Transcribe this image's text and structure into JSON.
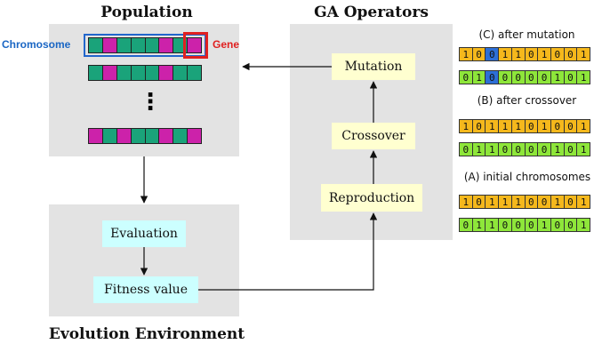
{
  "population": {
    "title": "Population",
    "chromosome_label": "Chromosome",
    "gene_label": "Gene",
    "dots": "⋮",
    "chromosomes": [
      [
        "g",
        "m",
        "g",
        "g",
        "g",
        "m",
        "g",
        "m"
      ],
      [
        "g",
        "m",
        "g",
        "g",
        "g",
        "m",
        "g",
        "g"
      ],
      [
        "m",
        "g",
        "m",
        "g",
        "g",
        "m",
        "g",
        "m"
      ]
    ]
  },
  "ga_operators": {
    "title": "GA Operators",
    "mutation": "Mutation",
    "crossover": "Crossover",
    "reproduction": "Reproduction"
  },
  "environment": {
    "title": "Evolution Environment",
    "evaluation": "Evaluation",
    "fitness": "Fitness value"
  },
  "binary": {
    "mutation_caption": "(C) after mutation",
    "crossover_caption": "(B) after crossover",
    "initial_caption": "(A) initial chromosomes",
    "mutation_rows": [
      {
        "color": "orange",
        "bits": [
          "1",
          "0",
          "0",
          "1",
          "1",
          "0",
          "1",
          "0",
          "0",
          "1"
        ],
        "highlight": [
          2
        ]
      },
      {
        "color": "green",
        "bits": [
          "0",
          "1",
          "0",
          "0",
          "0",
          "0",
          "0",
          "1",
          "0",
          "1"
        ],
        "highlight": [
          2
        ]
      }
    ],
    "crossover_rows": [
      {
        "color": "orange",
        "bits": [
          "1",
          "0",
          "1",
          "1",
          "1",
          "0",
          "1",
          "0",
          "0",
          "1"
        ],
        "highlight": []
      },
      {
        "color": "green",
        "bits": [
          "0",
          "1",
          "1",
          "0",
          "0",
          "0",
          "0",
          "1",
          "0",
          "1"
        ],
        "highlight": []
      }
    ],
    "initial_rows": [
      {
        "color": "orange",
        "bits": [
          "1",
          "0",
          "1",
          "1",
          "1",
          "0",
          "0",
          "1",
          "0",
          "1"
        ],
        "highlight": []
      },
      {
        "color": "green",
        "bits": [
          "0",
          "1",
          "1",
          "0",
          "0",
          "0",
          "1",
          "0",
          "0",
          "1"
        ],
        "highlight": []
      }
    ]
  },
  "colors": {
    "gene_green": "#1aa37a",
    "gene_magenta": "#cc22aa",
    "bit_orange": "#f5b81c",
    "bit_green": "#8ee63a",
    "bit_highlight": "#2d6fd6",
    "chromosome_outline": "#2266cc",
    "gene_outline": "#e02020",
    "panel": "#e3e3e3",
    "box_yellow": "#ffffd0",
    "box_cyan": "#ccffff"
  }
}
